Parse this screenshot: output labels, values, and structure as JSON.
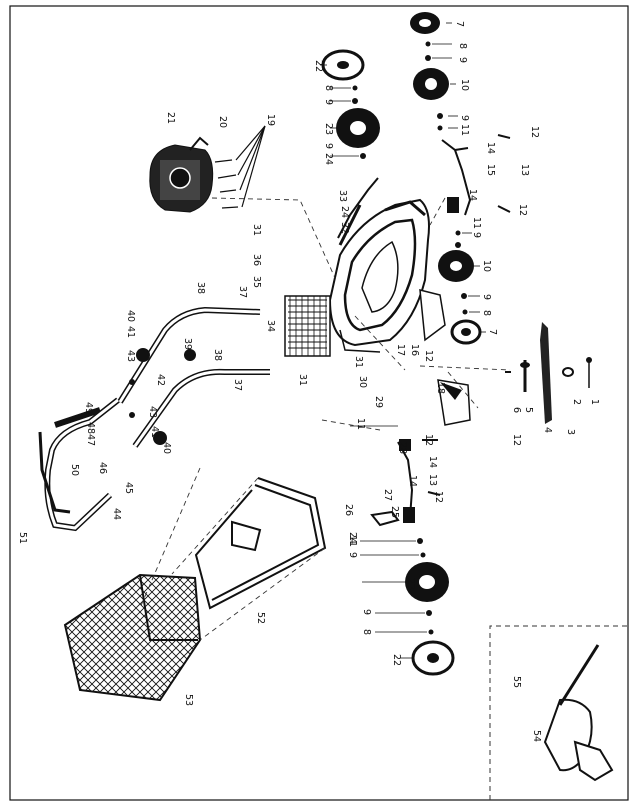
{
  "diagram": {
    "kind": "exploded parts view (lawn mower), rotated 90 degrees",
    "part_numbers": {
      "p1": "1",
      "p2": "2",
      "p3": "3",
      "p4": "4",
      "p5": "5",
      "p6": "6",
      "p7": "7",
      "p8": "8",
      "p9": "9",
      "p10": "10",
      "p11": "11",
      "p12": "12",
      "p13": "13",
      "p14": "14",
      "p15": "15",
      "p16": "16",
      "p17": "17",
      "p18": "18",
      "p19": "19",
      "p20": "20",
      "p21": "21",
      "p22": "22",
      "p23": "23",
      "p24": "24",
      "p25": "25",
      "p26": "26",
      "p27": "27",
      "p28": "28",
      "p29": "29",
      "p30": "30",
      "p31": "31",
      "p32": "32",
      "p33": "33",
      "p34": "34",
      "p35": "35",
      "p36": "36",
      "p37": "37",
      "p38": "38",
      "p39": "39",
      "p40": "40",
      "p41": "41",
      "p42": "42",
      "p43": "43",
      "p44": "44",
      "p45": "45",
      "p46": "46",
      "p47": "47",
      "p48": "48",
      "p49": "49",
      "p50": "50",
      "p51": "51",
      "p52": "52",
      "p53": "53",
      "p54": "54",
      "p55": "55"
    }
  },
  "colors": {
    "line": "#111111",
    "background": "#ffffff",
    "dash": "#333333"
  }
}
